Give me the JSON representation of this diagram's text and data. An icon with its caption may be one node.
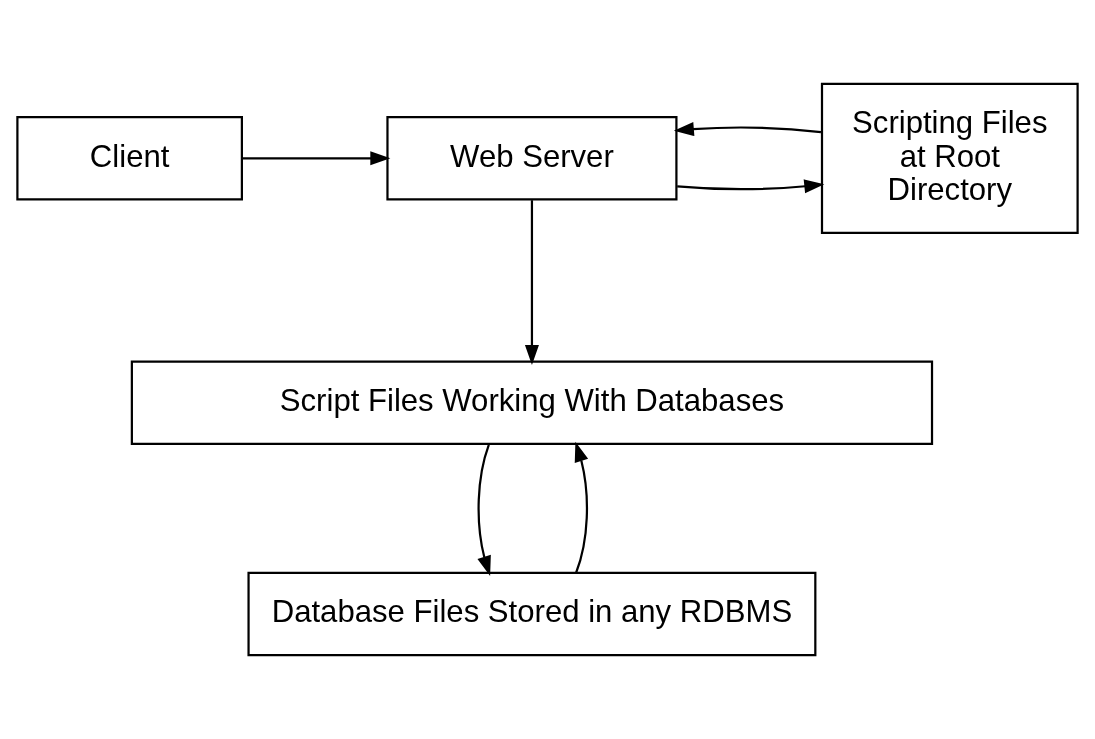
{
  "diagram": {
    "nodes": [
      {
        "text": [
          "Client"
        ]
      },
      {
        "text": [
          "Web Server"
        ]
      },
      {
        "text": [
          "Scripting Files at Root Directory"
        ]
      },
      {
        "text": [
          "Script Files Working With Databases"
        ]
      },
      {
        "text": [
          "Database Files Stored in any RDBMS"
        ]
      }
    ],
    "edges": [
      {
        "from": 0,
        "to": 1,
        "arrow": "to"
      },
      {
        "from": 1,
        "to": 2,
        "arrow": "to"
      },
      {
        "from": 2,
        "to": 1,
        "arrow": "to"
      },
      {
        "from": 1,
        "to": 3,
        "arrow": "to"
      },
      {
        "from": 3,
        "to": 4,
        "arrow": "to"
      },
      {
        "from": 4,
        "to": 3,
        "arrow": "to"
      }
    ]
  }
}
